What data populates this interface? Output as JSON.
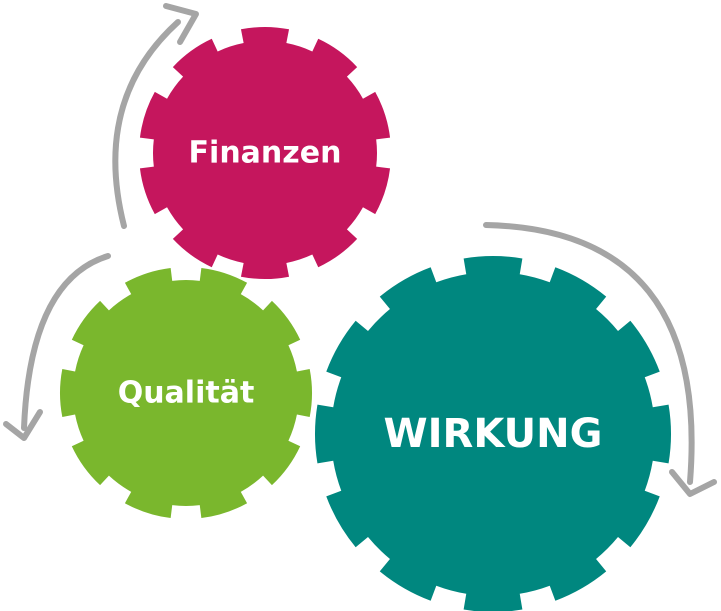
{
  "gears": [
    {
      "id": "finanzen",
      "label": "Finanzen",
      "color": "#c5165d"
    },
    {
      "id": "qualitaet",
      "label": "Qualität",
      "color": "#7ab72d"
    },
    {
      "id": "wirkung",
      "label": "WIRKUNG",
      "color": "#00877f"
    }
  ],
  "arrow_color": "#a5a5a5"
}
